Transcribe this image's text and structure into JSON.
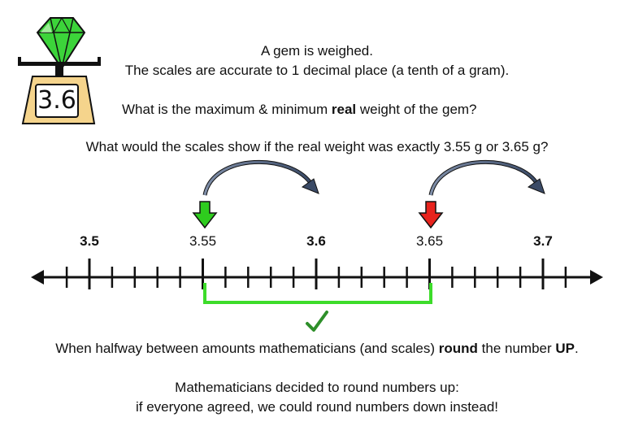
{
  "scale": {
    "display": "3.6"
  },
  "intro": {
    "line1": "A gem is weighed.",
    "line2": "The scales are accurate to 1 decimal place (a tenth of a gram)."
  },
  "question": {
    "prefix": "What is the maximum & minimum ",
    "bold": "real",
    "suffix": " weight of the gem?"
  },
  "question2": "What would the scales show if the real weight was exactly 3.55 g or 3.65 g?",
  "number_line": {
    "labels": [
      {
        "text": "3.5",
        "value": 3.5,
        "bold": true
      },
      {
        "text": "3.55",
        "value": 3.55,
        "bold": false
      },
      {
        "text": "3.6",
        "value": 3.6,
        "bold": true
      },
      {
        "text": "3.65",
        "value": 3.65,
        "bold": false
      },
      {
        "text": "3.7",
        "value": 3.7,
        "bold": true
      }
    ],
    "min_label": 3.5,
    "max_label": 3.7,
    "green_arrow_value": 3.55,
    "red_arrow_value": 3.65,
    "bracket_from": 3.55,
    "bracket_to": 3.65,
    "colors": {
      "green": "#2ecc1e",
      "red": "#e8231d",
      "bracket": "#3ddc2a"
    }
  },
  "rule": {
    "prefix": "When halfway between amounts mathematicians (and scales) ",
    "bold1": "round",
    "middle": " the number ",
    "bold2": "UP",
    "suffix": "."
  },
  "footer": {
    "line1": "Mathematicians decided to round numbers up:",
    "line2": "if everyone agreed, we could round numbers down instead!"
  },
  "icons": {
    "gem": "gem-icon",
    "scale": "scale-icon",
    "check": "check-mark-icon"
  }
}
